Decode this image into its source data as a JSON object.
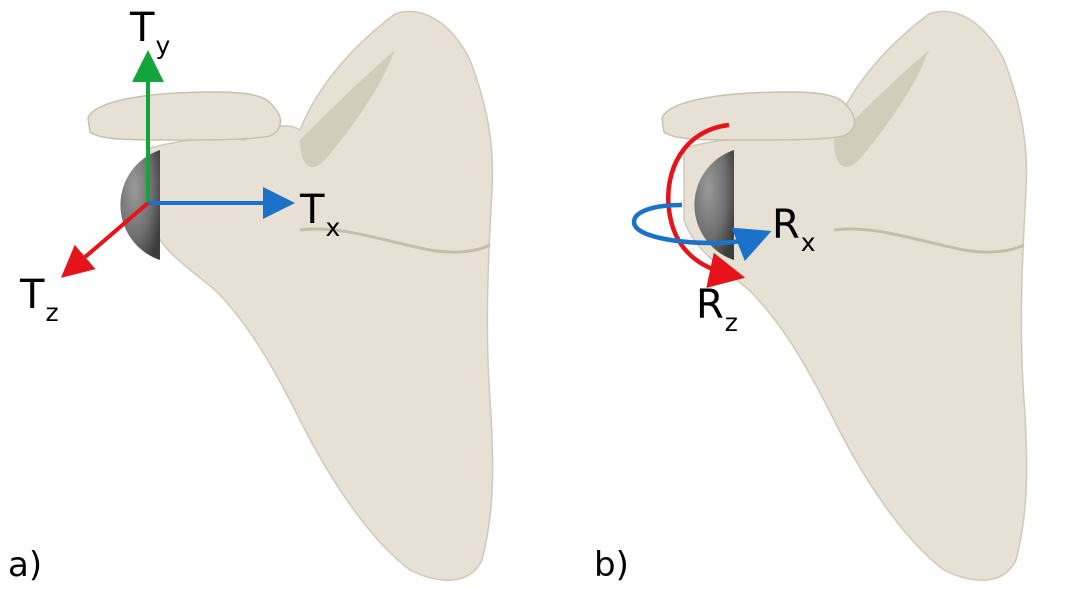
{
  "colors": {
    "bone": "#e6e1d4",
    "bone_shadow": "#b9b3a1",
    "sphere": "#6f6f6f",
    "arrow_red": "#e6141a",
    "arrow_green": "#13a53c",
    "arrow_blue": "#1a73c9"
  },
  "panels": [
    {
      "id": "a",
      "label": "a)",
      "axes": [
        {
          "name": "T",
          "sub": "y",
          "color": "green",
          "icon": "arrow-up"
        },
        {
          "name": "T",
          "sub": "x",
          "color": "blue",
          "icon": "arrow-right"
        },
        {
          "name": "T",
          "sub": "z",
          "color": "red",
          "icon": "arrow-down-left"
        }
      ]
    },
    {
      "id": "b",
      "label": "b)",
      "axes": [
        {
          "name": "R",
          "sub": "x",
          "color": "blue",
          "icon": "rotation-ellipse-arrow"
        },
        {
          "name": "R",
          "sub": "z",
          "color": "red",
          "icon": "rotation-arc-arrow"
        }
      ]
    }
  ]
}
